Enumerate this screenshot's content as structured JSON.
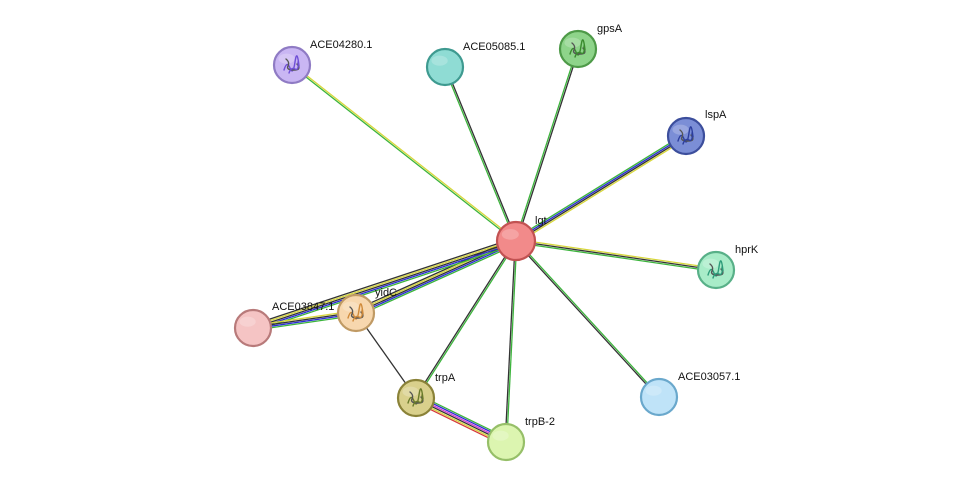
{
  "network": {
    "center": "lgt",
    "nodes": [
      {
        "id": "lgt",
        "label": "lgt",
        "color": "#f28a8a",
        "stroke": "#c25252",
        "structure": false
      },
      {
        "id": "ACE04280.1",
        "label": "ACE04280.1",
        "color": "#c9b6f3",
        "stroke": "#8f7bc4",
        "structure": true,
        "glyph": "#6f4fd6"
      },
      {
        "id": "ACE05085.1",
        "label": "ACE05085.1",
        "color": "#8fdcd4",
        "stroke": "#3e9a90",
        "structure": false
      },
      {
        "id": "gpsA",
        "label": "gpsA",
        "color": "#8ed48a",
        "stroke": "#4e9a48",
        "structure": true,
        "glyph": "#3a8a2e"
      },
      {
        "id": "lspA",
        "label": "lspA",
        "color": "#7b8ed6",
        "stroke": "#3c4e9c",
        "structure": true,
        "glyph": "#2d3f9e"
      },
      {
        "id": "hprK",
        "label": "hprK",
        "color": "#a8ecc8",
        "stroke": "#58b088",
        "structure": true,
        "glyph": "#2e9c7a"
      },
      {
        "id": "ACE03057.1",
        "label": "ACE03057.1",
        "color": "#bfe3f8",
        "stroke": "#6aa8cc",
        "structure": false
      },
      {
        "id": "trpB-2",
        "label": "trpB-2",
        "color": "#dcf5b0",
        "stroke": "#96bf68",
        "structure": false
      },
      {
        "id": "trpA",
        "label": "trpA",
        "color": "#d9d08c",
        "stroke": "#8a8238",
        "structure": true,
        "glyph": "#6a7a2a"
      },
      {
        "id": "yidC",
        "label": "yidC",
        "color": "#f7d7ae",
        "stroke": "#c09a64",
        "structure": true,
        "glyph": "#d08a3a"
      },
      {
        "id": "ACE03847.1",
        "label": "ACE03847.1",
        "color": "#f5c4c4",
        "stroke": "#b87a7a",
        "structure": false
      }
    ],
    "edges": [
      {
        "source": "lgt",
        "target": "ACE04280.1",
        "colors": [
          "#3cb43c",
          "#d7d73a"
        ]
      },
      {
        "source": "lgt",
        "target": "ACE05085.1",
        "colors": [
          "#3cb43c",
          "#333333"
        ]
      },
      {
        "source": "lgt",
        "target": "gpsA",
        "colors": [
          "#3cb43c",
          "#333333"
        ]
      },
      {
        "source": "lgt",
        "target": "lspA",
        "colors": [
          "#3cb43c",
          "#2a2ad6",
          "#333333",
          "#d7d73a"
        ]
      },
      {
        "source": "lgt",
        "target": "hprK",
        "colors": [
          "#d7d73a",
          "#333333",
          "#3cb43c"
        ]
      },
      {
        "source": "lgt",
        "target": "ACE03057.1",
        "colors": [
          "#3cb43c",
          "#333333"
        ]
      },
      {
        "source": "lgt",
        "target": "trpB-2",
        "colors": [
          "#3cb43c",
          "#333333"
        ]
      },
      {
        "source": "lgt",
        "target": "trpA",
        "colors": [
          "#3cb43c",
          "#333333"
        ]
      },
      {
        "source": "lgt",
        "target": "yidC",
        "colors": [
          "#3cb43c",
          "#2a2ad6",
          "#333333",
          "#d7d73a",
          "#333333"
        ]
      },
      {
        "source": "lgt",
        "target": "ACE03847.1",
        "colors": [
          "#3cb43c",
          "#2a2ad6",
          "#333333",
          "#d7d73a",
          "#333333"
        ]
      },
      {
        "source": "yidC",
        "target": "ACE03847.1",
        "colors": [
          "#3cb43c",
          "#2a2ad6",
          "#333333",
          "#d7d73a"
        ]
      },
      {
        "source": "yidC",
        "target": "trpA",
        "colors": [
          "#333333"
        ]
      },
      {
        "source": "trpA",
        "target": "trpB-2",
        "colors": [
          "#3cb43c",
          "#2a2ad6",
          "#d43ad4",
          "#333333",
          "#d7d73a",
          "#d63a3a"
        ]
      }
    ]
  }
}
